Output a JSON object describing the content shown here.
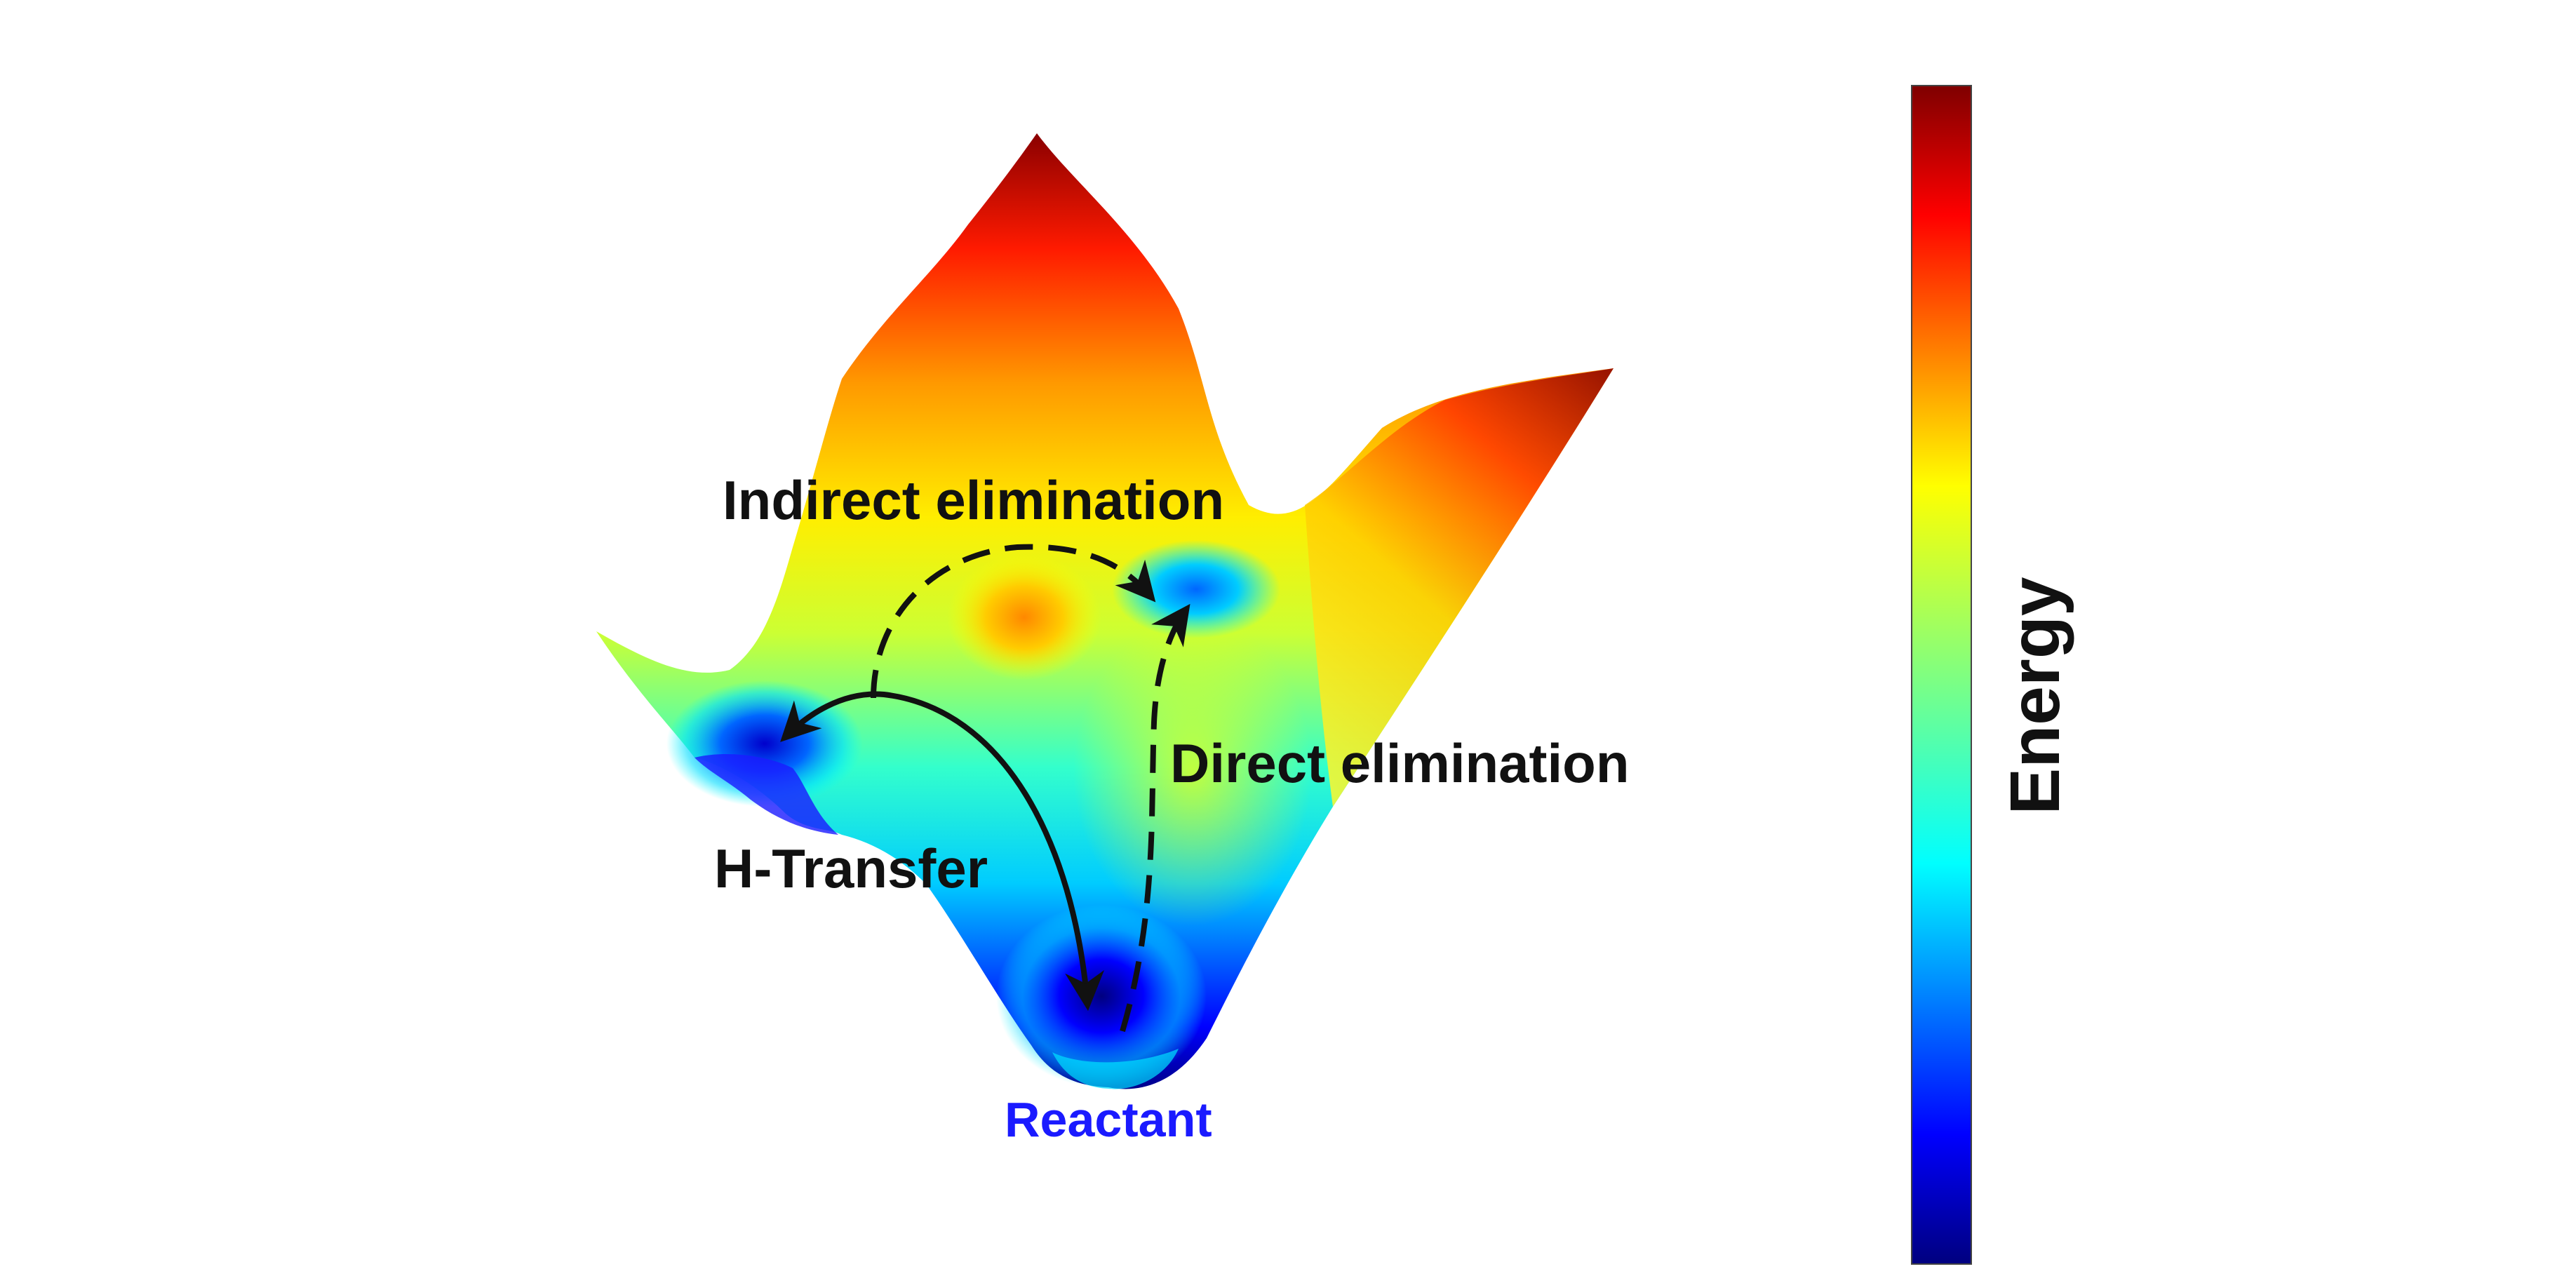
{
  "labels": {
    "indirect": "Indirect elimination",
    "direct": "Direct elimination",
    "htransfer": "H-Transfer",
    "reactant": "Reactant"
  },
  "colorbar": {
    "label": "Energy",
    "colormap": "jet"
  },
  "colors": {
    "reactant_label": "#1a1aff",
    "path_label": "#111111",
    "arrow": "#111111"
  }
}
